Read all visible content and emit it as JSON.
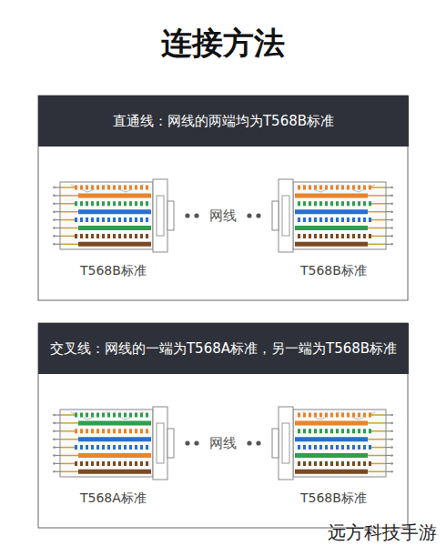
{
  "diagram": {
    "title": "连接方法",
    "nodes": [
      {
        "text": [
          "直通线：网线的两端均为T568B标准"
        ]
      },
      {
        "text": [
          "交叉线：网线的一端为T568A标准，另一端为T568B标准"
        ]
      }
    ],
    "labels": [
      "网线",
      "T568B标准",
      "T568B标准",
      "网线",
      "T568A标准",
      "T568B标准",
      "远方科技手游"
    ]
  }
}
